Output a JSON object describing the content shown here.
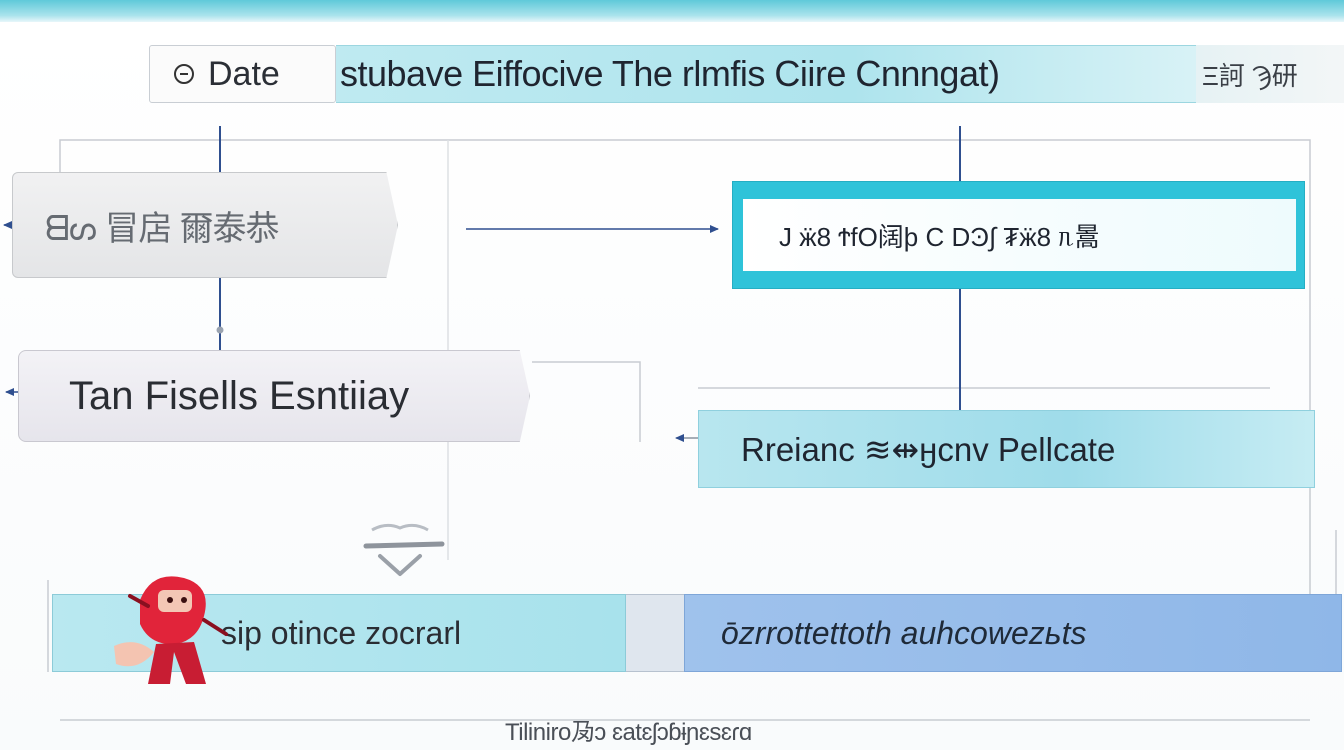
{
  "header": {
    "date_label": "Date",
    "title": "stubave Eiffocive The rlmfis Ciire Cnnngat)",
    "tail": "Ξ訶 Ϡ研"
  },
  "nodes": {
    "grey_1": "ᗺᔕ 冒扂 爾泰恭",
    "grey_2": "Tan Fisells Esntiiay",
    "cyan_1": "J ӝ8 ϮfO阔ϸ C DϿ∫ ₮ӝ8 ᥰ暠",
    "cyan_2": "Rreianc ≋⇹ӈcnv Pellcate",
    "bottom_left": "sip otince zocrarl",
    "bottom_right": "ōzrrottettoth auhcowezьts"
  },
  "footer": {
    "text": "Tiliniro夃ɔ ɛatɛʃɔɓɨɲɛsɛɾɑ"
  },
  "icons": {
    "clock": "clock-icon",
    "chevron": "chevron-down-icon",
    "mascot": "mascot-figure"
  },
  "colors": {
    "accent_cyan": "#2fc3d9",
    "light_cyan": "#aee4ed",
    "blue": "#8fb7e8",
    "mascot_red": "#e1243a",
    "line": "#2f4f8f"
  }
}
